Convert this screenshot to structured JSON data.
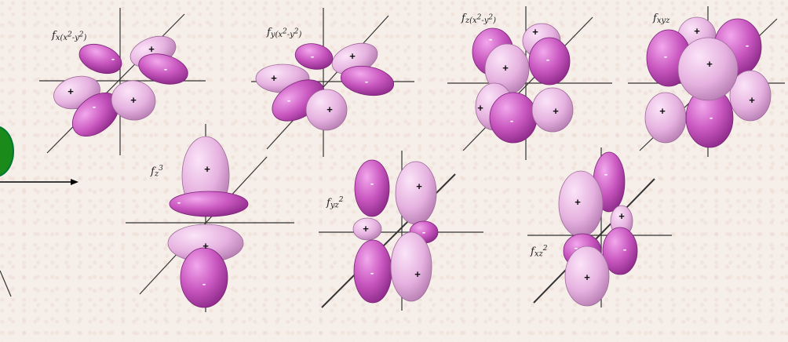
{
  "labels": [
    {
      "base": "f",
      "sub": "x(x",
      "sup1": "2",
      "mid": "-y",
      "sup2": "2",
      "end": ")"
    },
    {
      "base": "f",
      "sub": "y(x",
      "sup1": "2",
      "mid": "-y",
      "sup2": "2",
      "end": ")"
    },
    {
      "base": "f",
      "sub": "z(x",
      "sup1": "2",
      "mid": "-y",
      "sup2": "2",
      "end": ")"
    },
    {
      "base": "f",
      "sub": "xyz",
      "sup1": "",
      "mid": "",
      "sup2": "",
      "end": ""
    },
    {
      "base": "f",
      "sub": "z",
      "sup1": "3",
      "mid": "",
      "sup2": "",
      "end": ""
    },
    {
      "base": "f",
      "sub": "yz",
      "sup1": "2",
      "mid": "",
      "sup2": "",
      "end": ""
    },
    {
      "base": "f",
      "sub": "xz",
      "sup1": "2",
      "mid": "",
      "sup2": "",
      "end": ""
    }
  ],
  "signs": {
    "plus": "+",
    "minus": "-"
  },
  "colors": {
    "dark_lobe": "#c04fb8",
    "light_lobe": "#e8b0e4",
    "green_node": "#1a8a1a"
  }
}
